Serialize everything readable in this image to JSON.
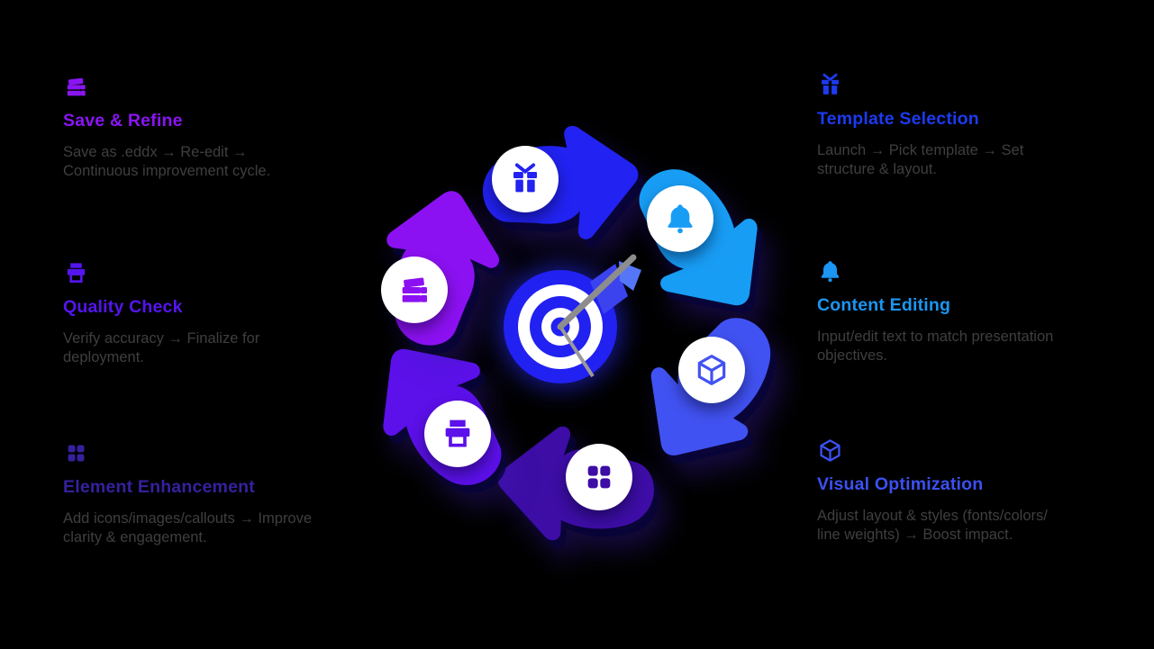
{
  "background": "#000000",
  "description_color": "#3f3f3f",
  "steps": [
    {
      "title": "Save & Refine",
      "description": "Save as .eddx → Re-edit →\nContinuous improvement cycle.",
      "accent": "#8a15f2",
      "arrow_color": "#8c11f2",
      "icon": "wallet-icon"
    },
    {
      "title": "Quality Check",
      "description": "Verify accuracy → Finalize for\ndeployment.",
      "accent": "#5415ee",
      "arrow_color": "#5c10ea",
      "icon": "printer-icon"
    },
    {
      "title": "Element Enhancement",
      "description": "Add icons/images/callouts → Improve\nclarity & engagement.",
      "accent": "#35219e",
      "arrow_color": "#3d0da6",
      "icon": "grid-icon"
    },
    {
      "title": "Template Selection",
      "description": "Launch → Pick template → Set\nstructure & layout.",
      "accent": "#1d3af0",
      "arrow_color": "#2222f2",
      "icon": "gift-icon"
    },
    {
      "title": "Content Editing",
      "description": "Input/edit text to match presentation\nobjectives.",
      "accent": "#1b96f2",
      "arrow_color": "#189df5",
      "icon": "bell-icon"
    },
    {
      "title": "Visual Optimization",
      "description": "Adjust layout & styles (fonts/colors/\nline weights) → Boost impact.",
      "accent": "#3c50f0",
      "arrow_color": "#4152f2",
      "icon": "cube-icon"
    }
  ],
  "center": {
    "target": {
      "primary": "#2121f2",
      "ring": "#ffffff",
      "glow": "#2a2aff"
    },
    "dart": {
      "shaft": "#8d8d8d",
      "tip": "#9a9a9a",
      "fletch_dark": "#3b43ee",
      "fletch_light": "#5577f7"
    }
  }
}
